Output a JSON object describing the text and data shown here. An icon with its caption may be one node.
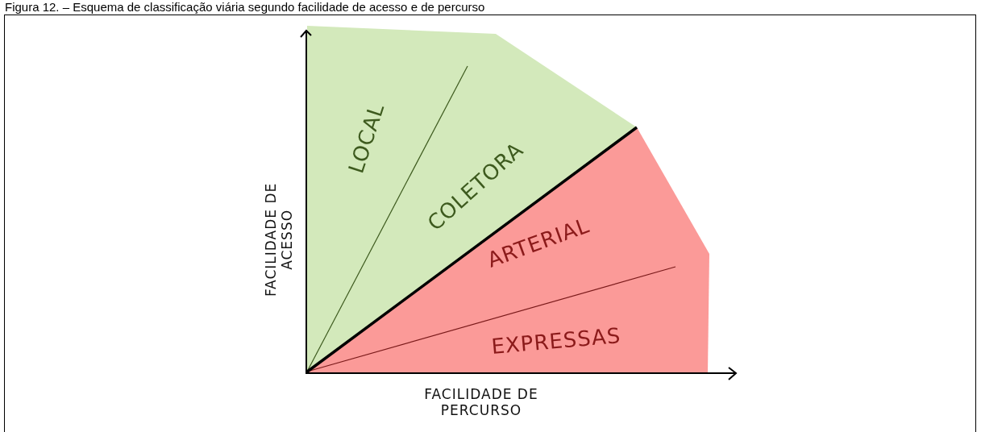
{
  "diagram": {
    "title": "Figura 12. – Esquema de classificação viária segundo facilidade de acesso e de percurso",
    "labels": [
      "FACILIDADE DE ACESSO",
      "LOCAL",
      "COLETORA",
      "ARTERIAL",
      "EXPRESSAS",
      "FACILIDADE DE PERCURSO"
    ]
  }
}
